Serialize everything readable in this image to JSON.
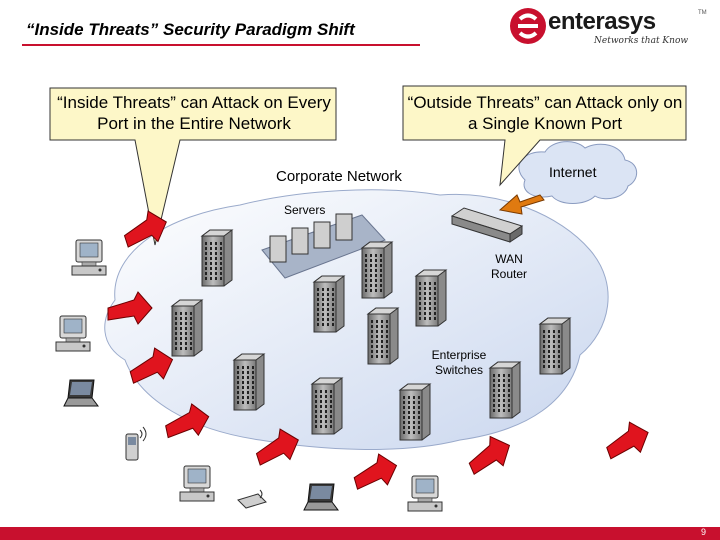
{
  "header": {
    "title": "“Inside Threats” Security Paradigm Shift"
  },
  "logo": {
    "wordmark": "enterasys",
    "trademark": "TM",
    "tagline": "Networks that Know",
    "brand_color": "#c8102e"
  },
  "callouts": {
    "inside_threats": "“Inside Threats” can Attack on Every Port in the Entire Network",
    "outside_threats": "“Outside Threats” can Attack only on a Single Known Port"
  },
  "labels": {
    "corporate_network": "Corporate Network",
    "internet": "Internet",
    "servers": "Servers",
    "wan_router": "WAN Router",
    "enterprise_switches": "Enterprise Switches"
  },
  "colors": {
    "attack_arrow": "#e0141e",
    "external_arrow": "#e07a10",
    "callout_fill": "#fdf7c8",
    "cloud_fill": "#dbe4f4"
  },
  "footer": {
    "page_number": "9"
  }
}
